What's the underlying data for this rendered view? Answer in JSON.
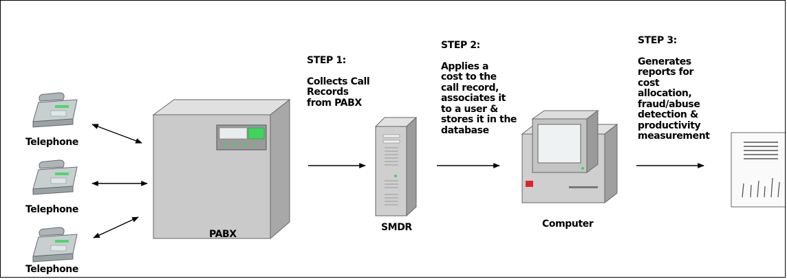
{
  "diagram": {
    "nodes": {
      "telephone_1": "Telephone",
      "telephone_2": "Telephone",
      "telephone_3": "Telephone",
      "pabx": "PABX",
      "smdr": "SMDR",
      "computer": "Computer"
    },
    "steps": [
      {
        "title": "STEP 1:",
        "body": "Collects Call\nRecords\nfrom PABX"
      },
      {
        "title": "STEP 2:",
        "body": "Applies a\ncost to the\ncall record,\nassociates it\nto a user &\nstores it in the\ndatabase"
      },
      {
        "title": "STEP 3:",
        "body": "Generates\nreports for\ncost\nallocation,\nfraud/abuse\ndetection &\nproductivity\nmeasurement"
      }
    ]
  }
}
